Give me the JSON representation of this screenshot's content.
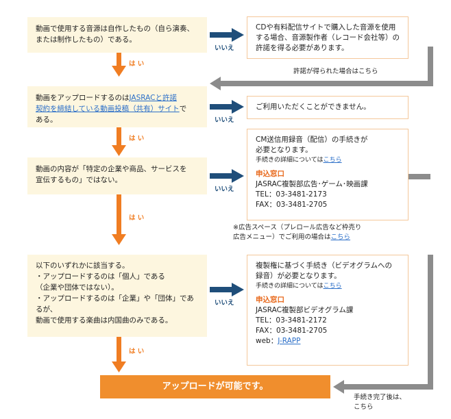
{
  "labels": {
    "yes": "は い",
    "no": "いいえ"
  },
  "colors": {
    "orange": "#f07d22",
    "navy": "#1f4e7a",
    "gray": "#8c8c8c",
    "final_bg": "#f08e2d",
    "question_bg": "#fdf6df",
    "link": "#2a6ec8"
  },
  "q1": {
    "lines": [
      "動画で使用する音源は自作したもの（自ら演奏、",
      "または制作したもの）である。"
    ]
  },
  "r1": {
    "lines": [
      "CDや有料配信サイトで購入した音源を使用",
      "する場合、音源製作者（レコード会社等）の",
      "許諾を得る必要があります。"
    ]
  },
  "permission_note": "許諾が得られた場合はこちら",
  "q2": {
    "pre": "動画をアップロードするのは",
    "link1": "JASRACと許諾",
    "link2": "契約を締結している動画投稿（共有）サイト",
    "post1": "で",
    "post2": "ある。"
  },
  "r2": {
    "text": "ご利用いただくことができません。"
  },
  "q3": {
    "lines": [
      "動画の内容が「特定の企業や商品、サービスを",
      "宣伝するもの」ではない。"
    ]
  },
  "r3": {
    "lines": [
      "CM送信用録音（配信）の手続きが",
      "必要となります。"
    ],
    "detail": "手続きの詳細については",
    "detail_link": "こちら",
    "contact_title": "申込窓口",
    "contact_lines": [
      "JASRAC複製部広告･ゲーム･映画課",
      "TEL：03-3481-2173",
      "FAX：03-3481-2705"
    ]
  },
  "ad_note": {
    "line1": "※広告スペース（プレロール広告など枠売り",
    "line2_pre": "広告メニュー）でご利用の場合は",
    "line2_link": "こちら"
  },
  "q4": {
    "lines": [
      "以下のいずれかに該当する。",
      "・アップロードするのは「個人」である",
      "（企業や団体ではない）。",
      "・アップロードするのは「企業」や「団体」であるが、",
      "動画で使用する楽曲は内国曲のみである。"
    ]
  },
  "r4": {
    "lines": [
      "複製権に基づく手続き（ビデオグラムへの",
      "録音）が必要となります。"
    ],
    "detail": "手続きの詳細については",
    "detail_link": "こちら",
    "contact_title": "申込窓口",
    "contact_lines": [
      "JASRAC複製部ビデオグラム課",
      "TEL：03-3481-2172",
      "FAX：03-3481-2705"
    ],
    "web_label": "web：",
    "web_link": "J-RAPP"
  },
  "final": {
    "text": "アップロードが可能です。"
  },
  "completion_note": {
    "line1": "手続き完了後は、",
    "line2": "こちら"
  }
}
